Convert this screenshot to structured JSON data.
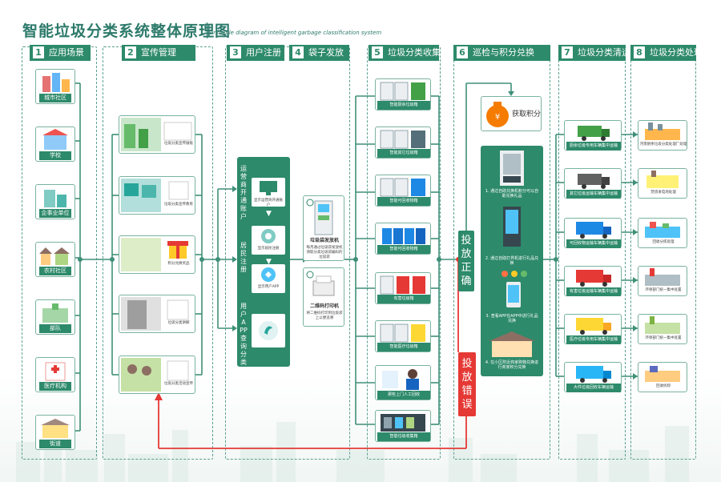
{
  "title": "智能垃圾分类系统整体原理图",
  "subtitle": "Principle diagram of intelligent garbage classification system",
  "columns": [
    {
      "num": "1",
      "label": "应用场景"
    },
    {
      "num": "2",
      "label": "宣传管理"
    },
    {
      "num": "3",
      "label": "用户注册"
    },
    {
      "num": "4",
      "label": "袋子发放"
    },
    {
      "num": "5",
      "label": "垃圾分类收集"
    },
    {
      "num": "6",
      "label": "巡检与积分兑换"
    },
    {
      "num": "7",
      "label": "垃圾分类清运"
    },
    {
      "num": "8",
      "label": "垃圾分类处理"
    }
  ],
  "scenes": [
    "城市社区",
    "学校",
    "企事业单位",
    "农村社区",
    "部队",
    "医疗机构",
    "街道"
  ],
  "promo": [
    "垃圾分类宣传展板",
    "垃圾分类宣传教育",
    "积分兑换奖品",
    "垃圾分类讲解",
    "垃圾分类活动宣传"
  ],
  "register": {
    "parts": [
      "运营商开通账户",
      "居民注册",
      "用户APP查询分类情况"
    ],
    "captions": [
      "显示运营商开通账户",
      "显示居民注册",
      "显示用户APP"
    ]
  },
  "bags": {
    "items": [
      {
        "label": "垃圾袋发放机",
        "desc": "每月通过垃圾袋发放机领取分类垃圾袋编码的垃圾袋"
      },
      {
        "label": "二维码打印机",
        "desc": "将二维码打印到垃圾袋上以便追溯"
      }
    ]
  },
  "collect": [
    "智能厨余垃圾箱",
    "智能其它垃圾箱",
    "智能可回收物箱",
    "智能可回收物箱",
    "有害垃圾箱",
    "智能医疗垃圾箱",
    "那些上门人工回收",
    "智能垃圾收集箱"
  ],
  "inspect": {
    "points": "获取积分",
    "correct": "投放正确",
    "wrong": "投放错误",
    "steps": [
      "1. 通过自助兑换机积分可以自助兑换礼品",
      "2. 通过自助打界机进行礼品兑换",
      "3. 查看APP在APP中进行礼品兑换",
      "4. 在小区附近商家购物兑换进行商家积分兑换"
    ]
  },
  "transport": [
    "厨余垃圾专用车辆集中运输",
    "其它垃圾运输车辆集中运输",
    "可回收物运输车辆集中运输",
    "有害垃圾运输车辆集中运输",
    "医疗垃圾专用车辆集中运输",
    "大件垃圾回收车辆运输"
  ],
  "process": [
    "河南厨余垃圾分类处理厂处理",
    "焚烧发电场处理",
    "回收分拣处理",
    "环保部门统一集中处置",
    "环保部门统一集中处置",
    "回收拆卸"
  ],
  "colors": {
    "primary": "#2d8a6a",
    "accent": "#e53935",
    "line": "#3f8f78"
  }
}
